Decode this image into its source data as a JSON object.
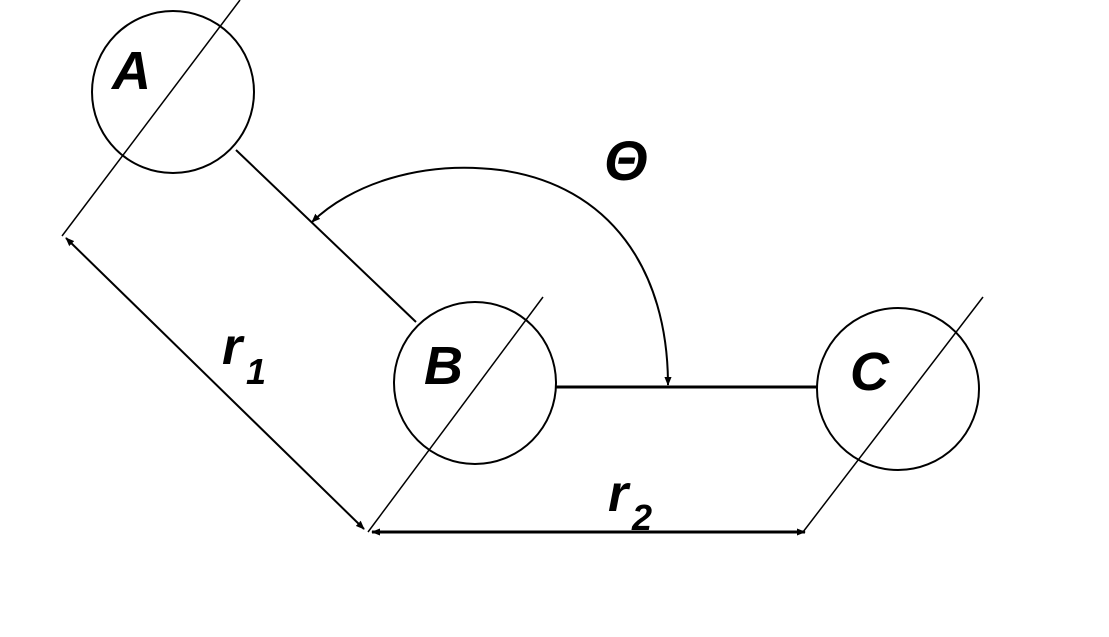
{
  "atoms": {
    "a": "A",
    "b": "B",
    "c": "C"
  },
  "angle_symbol": "Θ",
  "distances": {
    "r1_main": "r",
    "r1_sub": "1",
    "r2_main": "r",
    "r2_sub": "2"
  },
  "colors": {
    "ink": "#000000",
    "background": "#ffffff"
  }
}
